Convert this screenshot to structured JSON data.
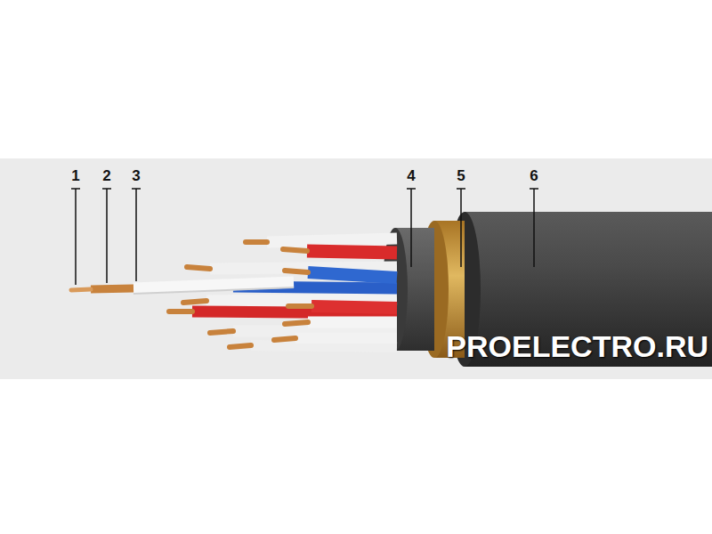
{
  "diagram": {
    "labels": [
      "1",
      "2",
      "3",
      "4",
      "5",
      "6",
      "PROELECTRO.RU"
    ]
  }
}
